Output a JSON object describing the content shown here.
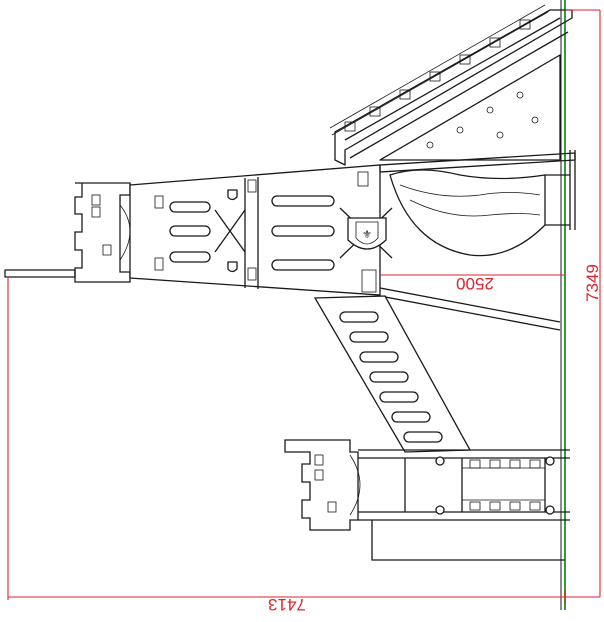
{
  "dimensions": {
    "overall_width": "7413",
    "overall_height": "7349",
    "inner_height": "2500"
  },
  "colors": {
    "line": "#1a1a1a",
    "dimension": "#d9262c",
    "ground_line": "#2e9e3e"
  }
}
